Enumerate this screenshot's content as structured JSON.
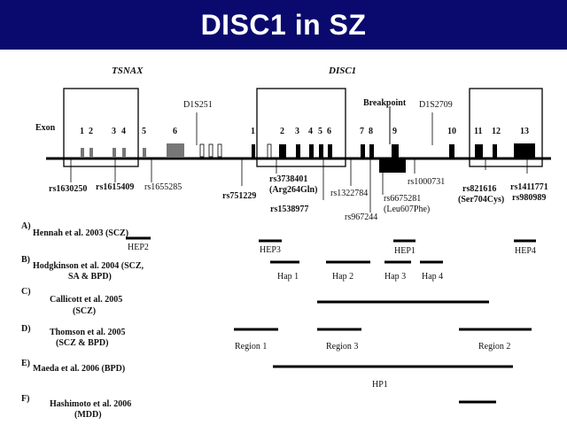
{
  "title": "DISC1 in SZ",
  "genes": {
    "tsnax": "TSNAX",
    "disc1": "DISC1"
  },
  "exon_label": "Exon",
  "breakpoint": "Breakpoint",
  "exons": {
    "e1": "1",
    "e2": "2",
    "e3": "3",
    "e4": "4",
    "e5": "5",
    "e6": "6",
    "d1": "1",
    "d2": "2",
    "d3": "3",
    "d4": "4",
    "d5": "5",
    "d6": "6",
    "d7": "7",
    "d8": "8",
    "d9": "9",
    "d10": "10",
    "d11": "11",
    "d12": "12",
    "d13": "13"
  },
  "markers": {
    "d1s251": "D1S251",
    "d1s2709": "D1S2709",
    "rs1630250": "rs1630250",
    "rs1615409": "rs1615409",
    "rs1655285": "rs1655285",
    "rs751229": "rs751229",
    "rs3738401": "rs3738401",
    "arg264gln": "(Arg264Gln)",
    "rs1538977": "rs1538977",
    "rs1322784": "rs1322784",
    "rs967244": "rs967244",
    "rs6675281": "rs6675281",
    "leu607phe": "(Leu607Phe)",
    "rs1000731": "rs1000731",
    "rs821616": "rs821616",
    "ser704cys": "(Ser704Cys)",
    "rs1411771": "rs1411771",
    "rs980989": "rs980989"
  },
  "studies": [
    {
      "letter": "A)",
      "line1": "Hennah et al. 2003 (SCZ)",
      "line2": ""
    },
    {
      "letter": "B)",
      "line1": "Hodgkinson et al. 2004 (SCZ,",
      "line2": "SA & BPD)"
    },
    {
      "letter": "C)",
      "line1": "Callicott et al. 2005",
      "line2": "(SCZ)"
    },
    {
      "letter": "D)",
      "line1": "Thomson et al. 2005",
      "line2": "(SCZ & BPD)"
    },
    {
      "letter": "E)",
      "line1": "Maeda et al. 2006 (BPD)",
      "line2": ""
    },
    {
      "letter": "F)",
      "line1": "Hashimoto et al. 2006",
      "line2": "(MDD)"
    }
  ],
  "segments": {
    "hep2": "HEP2",
    "hep3": "HEP3",
    "hep1": "HEP1",
    "hep4": "HEP4",
    "hap1": "Hap 1",
    "hap2": "Hap 2",
    "hap3": "Hap 3",
    "hap4": "Hap 4",
    "region1": "Region 1",
    "region3": "Region 3",
    "region2": "Region 2",
    "hp1": "HP1"
  }
}
